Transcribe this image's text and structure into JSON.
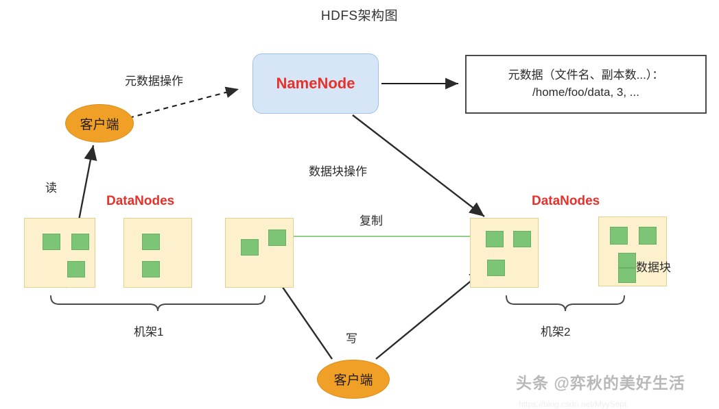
{
  "title": "HDFS架构图",
  "nodes": {
    "namenode": {
      "label": "NameNode",
      "color": "#e8312a",
      "fill": "#d6e6f7"
    },
    "metadata": {
      "line1": "元数据（文件名、副本数...）：",
      "line2": "/home/foo/data, 3, ..."
    },
    "client_top": {
      "label": "客户端"
    },
    "client_bottom": {
      "label": "客户端"
    },
    "datanodes_left_label": "DataNodes",
    "datanodes_right_label": "DataNodes",
    "datablock_label": "数据块"
  },
  "edges": {
    "metadata_operation": "元数据操作",
    "read": "读",
    "block_operation": "数据块操作",
    "replicate": "复制",
    "write": "写"
  },
  "racks": {
    "rack1": "机架1",
    "rack2": "机架2"
  },
  "datanode_boxes": [
    {
      "id": "dn1",
      "rack": "机架1",
      "blocks": 3
    },
    {
      "id": "dn2",
      "rack": "机架1",
      "blocks": 2
    },
    {
      "id": "dn3",
      "rack": "机架1",
      "blocks": 2
    },
    {
      "id": "dn4",
      "rack": "机架2",
      "blocks": 3
    },
    {
      "id": "dn5",
      "rack": "机架2",
      "blocks": 4
    }
  ],
  "watermark": {
    "text": "头条 @弈秋的美好生活",
    "url": "https://blog.csdn.net/MyySept"
  },
  "colors": {
    "accent_red": "#e8312a",
    "namenode_fill": "#d6e6f7",
    "client_fill": "#f0a027",
    "datanode_fill": "#fdf1cd",
    "block_green": "#7cc576",
    "replicate_arrow": "#8fcf85"
  }
}
